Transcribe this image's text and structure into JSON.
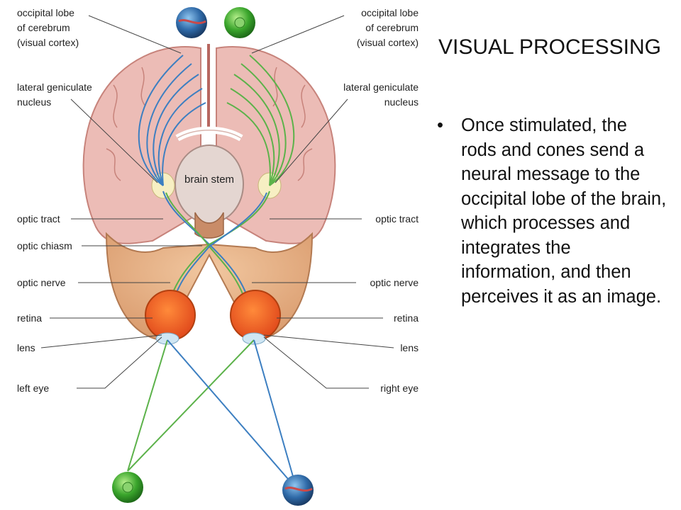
{
  "slide": {
    "title": "VISUAL PROCESSING",
    "bullets": [
      "Once stimulated, the rods and cones send a neural message to the occipital lobe of the brain, which processes and integrates the information, and then perceives it as an image."
    ]
  },
  "diagram": {
    "labels": {
      "occipital_left": [
        "occipital lobe",
        "of cerebrum",
        "(visual cortex)"
      ],
      "occipital_right": [
        "occipital lobe",
        "of cerebrum",
        "(visual cortex)"
      ],
      "lgn_left": [
        "lateral geniculate",
        "nucleus"
      ],
      "lgn_right": [
        "lateral geniculate",
        "nucleus"
      ],
      "brain_stem": "brain stem",
      "optic_tract_left": "optic tract",
      "optic_tract_right": "optic tract",
      "optic_chiasm": "optic chiasm",
      "optic_nerve_left": "optic nerve",
      "optic_nerve_right": "optic nerve",
      "retina_left": "retina",
      "retina_right": "retina",
      "lens_left": "lens",
      "lens_right": "lens",
      "left_eye": "left eye",
      "right_eye": "right eye"
    },
    "colors": {
      "blue_pathway": "#3d7fc1",
      "green_pathway": "#5cb24a",
      "cortex": "#ecbcb6",
      "brain_lower": "#e6b48c",
      "eyeball": "#ee6028"
    }
  }
}
